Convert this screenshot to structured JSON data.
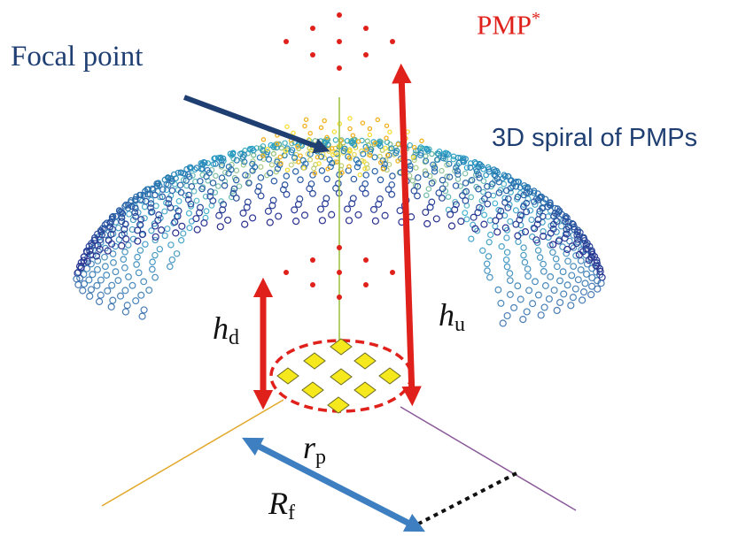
{
  "labels": {
    "focal_point": "Focal point",
    "pmp": "PMP",
    "pmp_star": "*",
    "spiral": "3D spiral of PMPs",
    "h": "h",
    "h_d_sub": "d",
    "h_u_sub": "u",
    "r": "r",
    "r_p_sub": "p",
    "R": "R",
    "R_f_sub": "f"
  },
  "colors": {
    "pmp_red": "#e0211b",
    "arrow_red": "#e0211b",
    "arrow_blue": "#3d7fc1",
    "focal_arrow": "#1f3f73",
    "label_navy": "#1f3f73",
    "patch_yellow": "#f5e81c",
    "spiral_inner": "#f7d21a",
    "spiral_mid": "#2aa7c8",
    "spiral_outer": "#2a2f8f",
    "axis_green": "#9bbf3a",
    "axis_orange": "#e2a82a",
    "axis_purple": "#8a5a9a"
  },
  "icons": {
    "focal_arrow": "arrow-icon",
    "rf_arrow": "double-arrow-icon"
  }
}
